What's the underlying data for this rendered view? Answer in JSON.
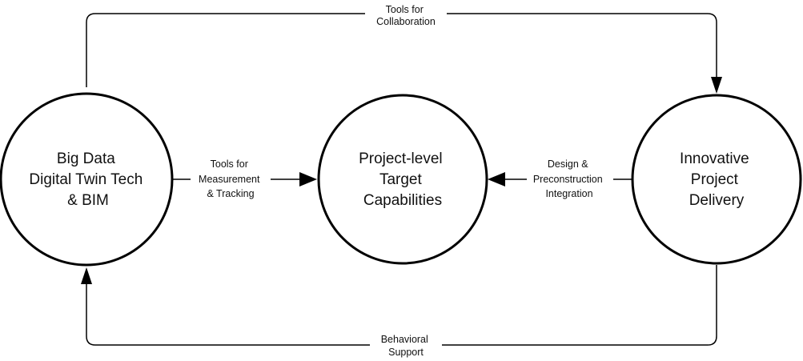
{
  "diagram": {
    "nodes": {
      "bigdata": {
        "lines": [
          "Big Data",
          "Digital Twin Tech",
          "& BIM"
        ]
      },
      "project": {
        "lines": [
          "Project-level",
          "Target",
          "Capabilities"
        ]
      },
      "delivery": {
        "lines": [
          "Innovative",
          "Project",
          "Delivery"
        ]
      }
    },
    "edges": {
      "collaboration": {
        "lines": [
          "Tools for",
          "Collaboration"
        ]
      },
      "measurement": {
        "lines": [
          "Tools for",
          "Measurement",
          "& Tracking"
        ]
      },
      "design": {
        "lines": [
          "Design &",
          "Preconstruction",
          "Integration"
        ]
      },
      "behavioral": {
        "lines": [
          "Behavioral",
          "Support"
        ]
      }
    }
  }
}
